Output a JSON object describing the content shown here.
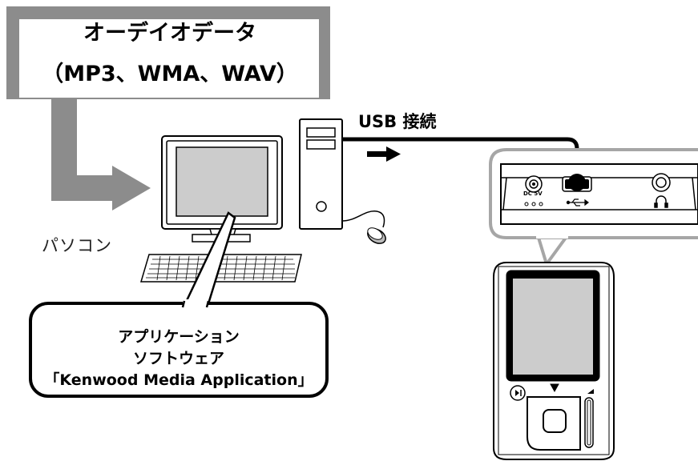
{
  "source_box": {
    "title": "オーデイオデータ",
    "formats": "（MP3、WMA、WAV）"
  },
  "connection": {
    "label": "USB 接続"
  },
  "computer": {
    "label": "パソコン"
  },
  "software_callout": {
    "line1": "アプリケーション",
    "line2": "ソフトウェア",
    "line3": "「Kenwood Media Application」"
  },
  "player_ports": {
    "dc_label": "DC 5V"
  },
  "colors": {
    "frame_gray": "#8c8c8c",
    "screen_gray": "#cccccc",
    "callout_border": "#000000",
    "panel_border": "#a6a6a6"
  }
}
